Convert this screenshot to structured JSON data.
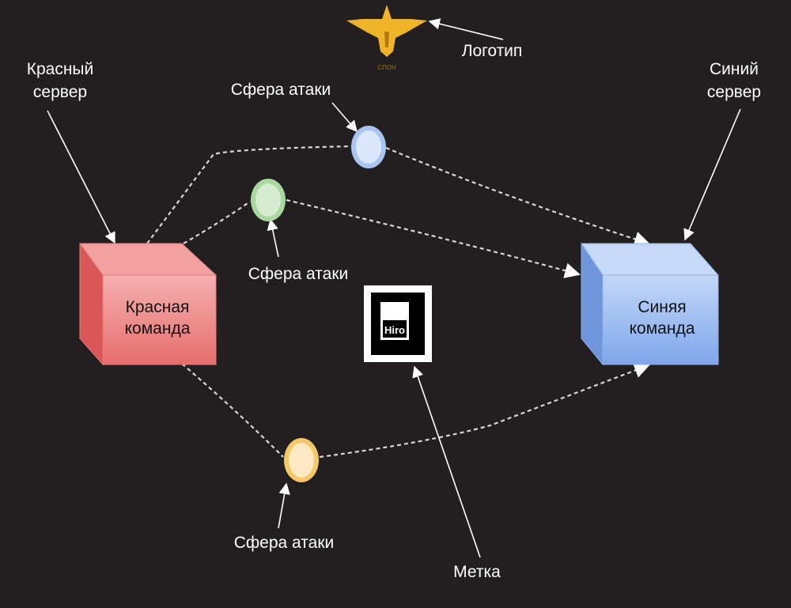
{
  "labels": {
    "logo": "Логотип",
    "red_server_line1": "Красный",
    "red_server_line2": "сервер",
    "blue_server_line1": "Синий",
    "blue_server_line2": "сервер",
    "sphere_top": "Сфера атаки",
    "sphere_middle": "Сфера атаки",
    "sphere_bottom": "Сфера атаки",
    "marker": "Метка"
  },
  "nodes": {
    "red_team_line1": "Красная",
    "red_team_line2": "команда",
    "blue_team_line1": "Синяя",
    "blue_team_line2": "команда",
    "marker_text": "Hiro",
    "logo_text": "СПОН"
  },
  "colors": {
    "background": "#231f20",
    "red_team": "#f08080",
    "blue_team": "#8fb4f0",
    "sphere_blue": "#dbe8fb",
    "sphere_green": "#d5ecd0",
    "sphere_yellow": "#fde8c4",
    "logo": "#f0b429"
  },
  "icons": {
    "logo": "eagle-logo-icon",
    "marker": "hiro-marker-icon"
  }
}
